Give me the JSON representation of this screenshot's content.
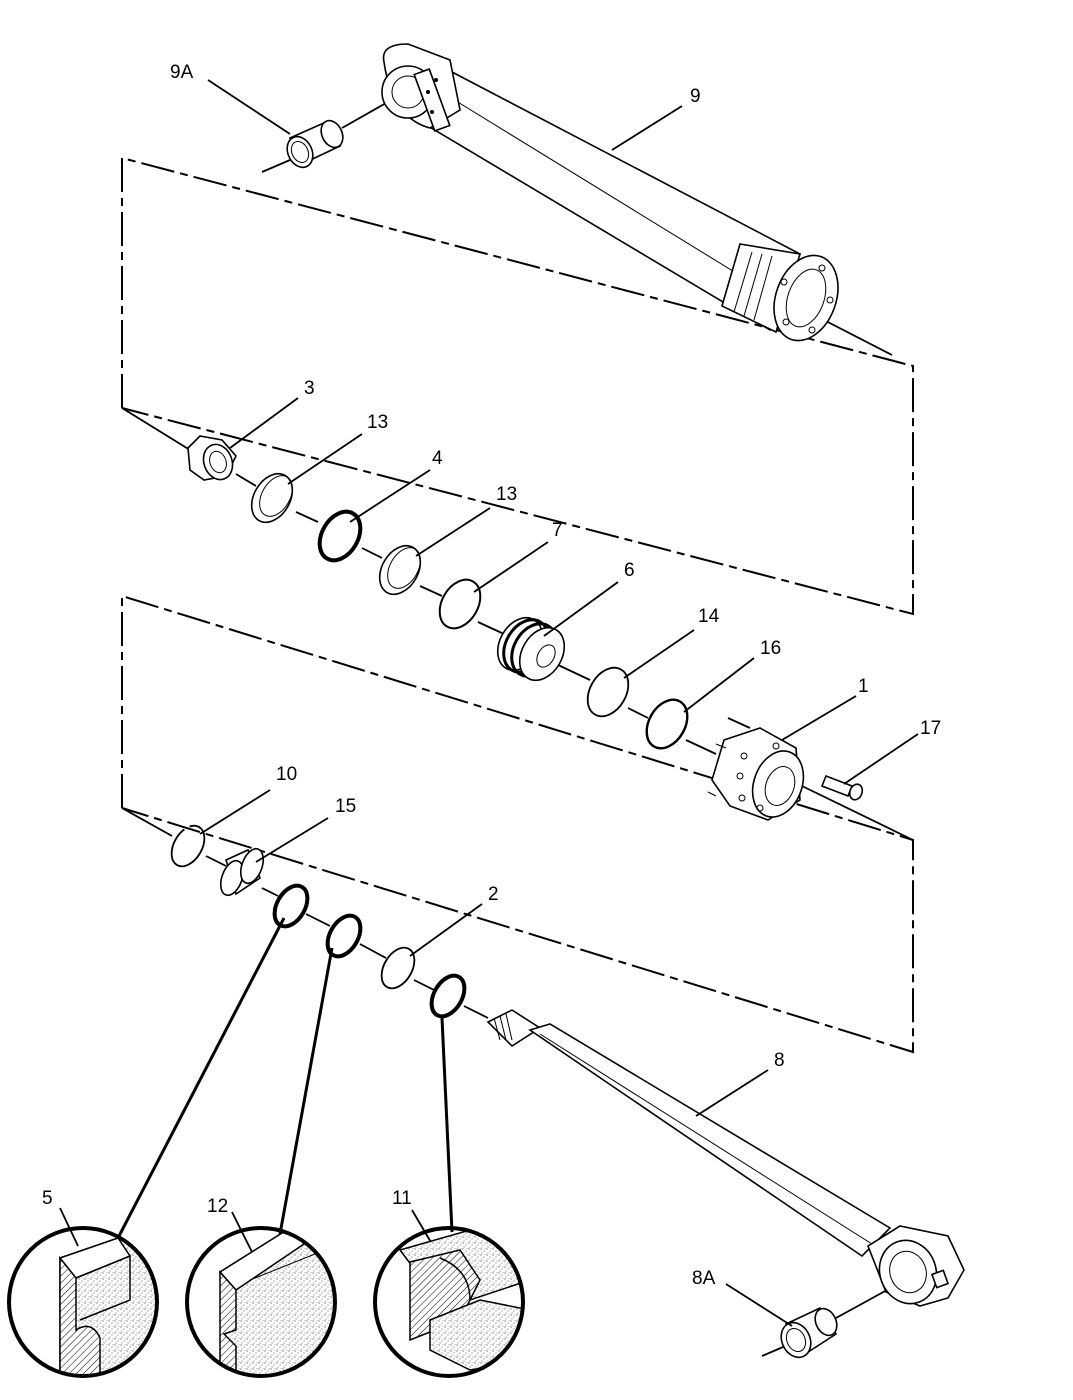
{
  "labels": {
    "l9a": "9A",
    "l9": "9",
    "l3": "3",
    "l13a": "13",
    "l4": "4",
    "l13b": "13",
    "l7": "7",
    "l6": "6",
    "l14": "14",
    "l16": "16",
    "l1": "1",
    "l17": "17",
    "l10": "10",
    "l15": "15",
    "l2": "2",
    "l8": "8",
    "l5": "5",
    "l12": "12",
    "l11": "11",
    "l8a": "8A"
  }
}
